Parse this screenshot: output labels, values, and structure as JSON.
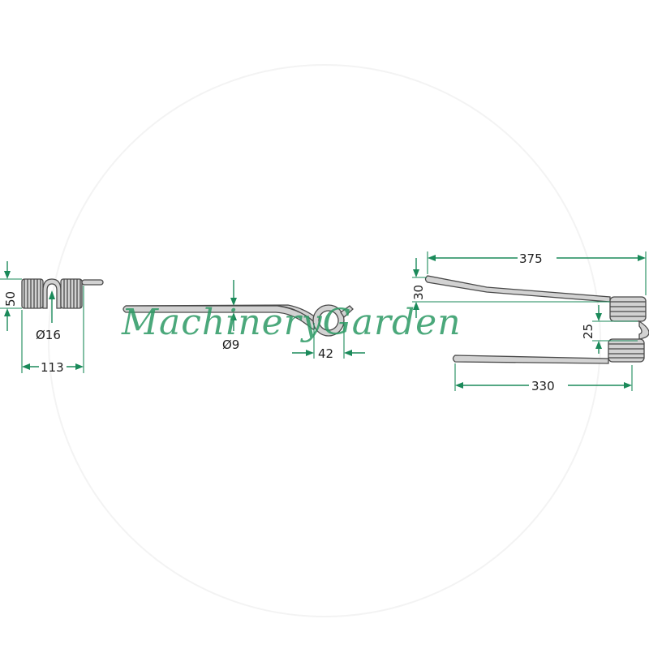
{
  "dimensions": {
    "coil_height": "50",
    "coil_diameter": "Ø16",
    "coil_width": "113",
    "wire_diameter": "Ø9",
    "eye_width": "42",
    "upper_tine_length": "375",
    "upper_tine_offset": "30",
    "coil_gap": "25",
    "lower_tine_length": "330"
  },
  "watermark": "MachineryGarden",
  "colors": {
    "dimension_lines": "#1b8a5a",
    "part_fill": "#d2d2d2",
    "part_outline": "#4a4a4a",
    "watermark": "#2c9a64"
  }
}
